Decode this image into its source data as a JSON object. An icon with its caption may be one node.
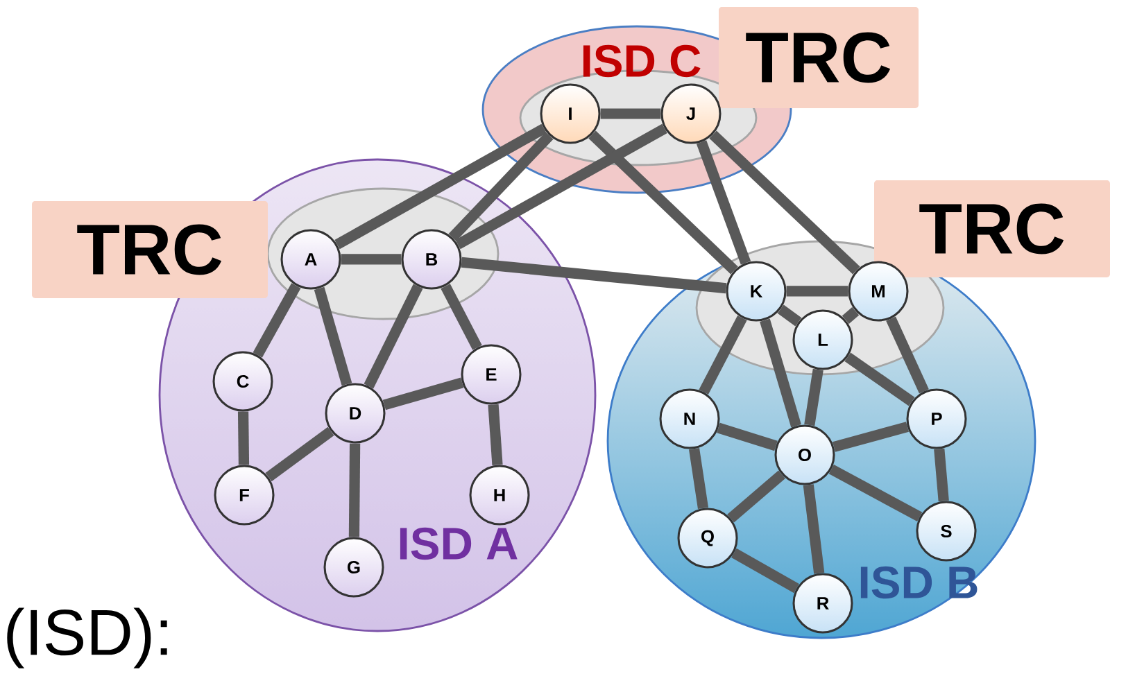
{
  "diagram": {
    "nodes": [
      {
        "text": [
          "ISD C"
        ]
      },
      {
        "text": [
          "I"
        ],
        "in": 0
      },
      {
        "text": [
          "J"
        ],
        "in": 0
      },
      {
        "text": [
          "TRC"
        ]
      },
      {
        "text": [
          "TRC"
        ]
      },
      {
        "text": [
          "ISD A"
        ]
      },
      {
        "text": [
          "A"
        ],
        "in": 5
      },
      {
        "text": [
          "B"
        ],
        "in": 5
      },
      {
        "text": [
          "C"
        ],
        "in": 5
      },
      {
        "text": [
          "D"
        ],
        "in": 5
      },
      {
        "text": [
          "E"
        ],
        "in": 5
      },
      {
        "text": [
          "F"
        ],
        "in": 5
      },
      {
        "text": [
          "G"
        ],
        "in": 5
      },
      {
        "text": [
          "H"
        ],
        "in": 5
      },
      {
        "text": [
          "TRC"
        ]
      },
      {
        "text": [
          "ISD B"
        ]
      },
      {
        "text": [
          "K"
        ],
        "in": 15
      },
      {
        "text": [
          "M"
        ],
        "in": 15
      },
      {
        "text": [
          "L"
        ],
        "in": 15
      },
      {
        "text": [
          "N"
        ],
        "in": 15
      },
      {
        "text": [
          "O"
        ],
        "in": 15
      },
      {
        "text": [
          "P"
        ],
        "in": 15
      },
      {
        "text": [
          "Q"
        ],
        "in": 15
      },
      {
        "text": [
          "S"
        ],
        "in": 15
      },
      {
        "text": [
          "R"
        ],
        "in": 15
      }
    ],
    "edges": [
      {
        "from": 1,
        "to": 2,
        "arrow": "none"
      },
      {
        "from": 1,
        "to": 6,
        "arrow": "none"
      },
      {
        "from": 1,
        "to": 7,
        "arrow": "none"
      },
      {
        "from": 1,
        "to": 16,
        "arrow": "none"
      },
      {
        "from": 2,
        "to": 7,
        "arrow": "none"
      },
      {
        "from": 2,
        "to": 16,
        "arrow": "none"
      },
      {
        "from": 2,
        "to": 17,
        "arrow": "none"
      },
      {
        "from": 6,
        "to": 7,
        "arrow": "none"
      },
      {
        "from": 7,
        "to": 16,
        "arrow": "none"
      },
      {
        "from": 6,
        "to": 8,
        "arrow": "none"
      },
      {
        "from": 6,
        "to": 9,
        "arrow": "none"
      },
      {
        "from": 7,
        "to": 9,
        "arrow": "none"
      },
      {
        "from": 7,
        "to": 10,
        "arrow": "none"
      },
      {
        "from": 8,
        "to": 11,
        "arrow": "none"
      },
      {
        "from": 9,
        "to": 10,
        "arrow": "none"
      },
      {
        "from": 9,
        "to": 11,
        "arrow": "none"
      },
      {
        "from": 9,
        "to": 12,
        "arrow": "none"
      },
      {
        "from": 10,
        "to": 13,
        "arrow": "none"
      },
      {
        "from": 16,
        "to": 17,
        "arrow": "none"
      },
      {
        "from": 16,
        "to": 18,
        "arrow": "none"
      },
      {
        "from": 18,
        "to": 17,
        "arrow": "none"
      },
      {
        "from": 16,
        "to": 19,
        "arrow": "none"
      },
      {
        "from": 16,
        "to": 20,
        "arrow": "none"
      },
      {
        "from": 18,
        "to": 20,
        "arrow": "none"
      },
      {
        "from": 18,
        "to": 21,
        "arrow": "none"
      },
      {
        "from": 17,
        "to": 21,
        "arrow": "none"
      },
      {
        "from": 19,
        "to": 20,
        "arrow": "none"
      },
      {
        "from": 19,
        "to": 22,
        "arrow": "none"
      },
      {
        "from": 20,
        "to": 21,
        "arrow": "none"
      },
      {
        "from": 20,
        "to": 22,
        "arrow": "none"
      },
      {
        "from": 20,
        "to": 24,
        "arrow": "none"
      },
      {
        "from": 20,
        "to": 23,
        "arrow": "none"
      },
      {
        "from": 21,
        "to": 23,
        "arrow": "none"
      },
      {
        "from": 22,
        "to": 24,
        "arrow": "none"
      }
    ],
    "labels": [
      "(ISD):"
    ]
  }
}
